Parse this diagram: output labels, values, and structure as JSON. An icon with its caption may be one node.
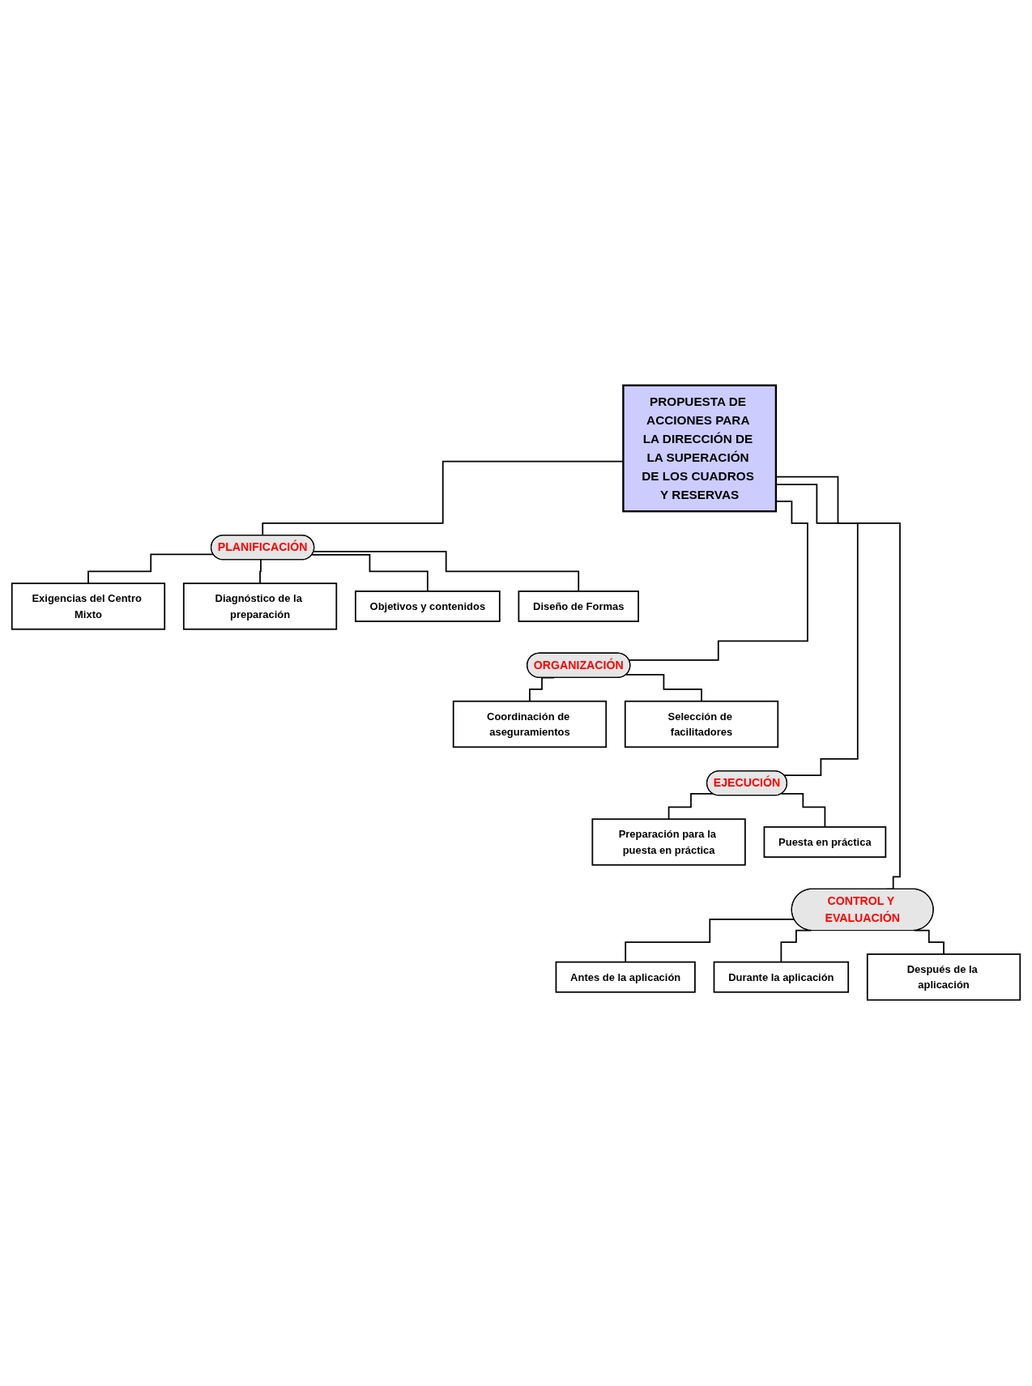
{
  "diagram": {
    "nodes": [
      {
        "text": [
          "PROPUESTA DE ACCIONES PARA LA DIRECCIÓN DE LA SUPERACIÓN DE LOS CUADROS Y RESERVAS"
        ]
      },
      {
        "text": [
          "PLANIFICACIÓN"
        ]
      },
      {
        "text": [
          "Exigencias del Centro Mixto"
        ]
      },
      {
        "text": [
          "Diagnóstico de la preparación"
        ]
      },
      {
        "text": [
          "Objetivos y contenidos"
        ]
      },
      {
        "text": [
          "Diseño de Formas"
        ]
      },
      {
        "text": [
          "ORGANIZACIÓN"
        ]
      },
      {
        "text": [
          "Coordinación de aseguramientos"
        ]
      },
      {
        "text": [
          "Selección de facilitadores"
        ]
      },
      {
        "text": [
          "EJECUCIÓN"
        ]
      },
      {
        "text": [
          "Preparación para la puesta en práctica"
        ]
      },
      {
        "text": [
          "Puesta en práctica"
        ]
      },
      {
        "text": [
          "CONTROL Y EVALUACIÓN"
        ]
      },
      {
        "text": [
          "Antes de la aplicación"
        ]
      },
      {
        "text": [
          "Durante la aplicación"
        ]
      },
      {
        "text": [
          "Después de la aplicación"
        ]
      }
    ],
    "edges": [
      {
        "from": 0,
        "to": 1,
        "arrow": "none"
      },
      {
        "from": 0,
        "to": 6,
        "arrow": "none"
      },
      {
        "from": 0,
        "to": 9,
        "arrow": "none"
      },
      {
        "from": 0,
        "to": 12,
        "arrow": "none"
      },
      {
        "from": 1,
        "to": 2,
        "arrow": "none"
      },
      {
        "from": 1,
        "to": 3,
        "arrow": "none"
      },
      {
        "from": 1,
        "to": 4,
        "arrow": "none"
      },
      {
        "from": 1,
        "to": 5,
        "arrow": "none"
      },
      {
        "from": 6,
        "to": 7,
        "arrow": "none"
      },
      {
        "from": 6,
        "to": 8,
        "arrow": "none"
      },
      {
        "from": 9,
        "to": 10,
        "arrow": "none"
      },
      {
        "from": 9,
        "to": 11,
        "arrow": "none"
      },
      {
        "from": 12,
        "to": 13,
        "arrow": "none"
      },
      {
        "from": 12,
        "to": 14,
        "arrow": "none"
      },
      {
        "from": 12,
        "to": 15,
        "arrow": "none"
      }
    ]
  }
}
